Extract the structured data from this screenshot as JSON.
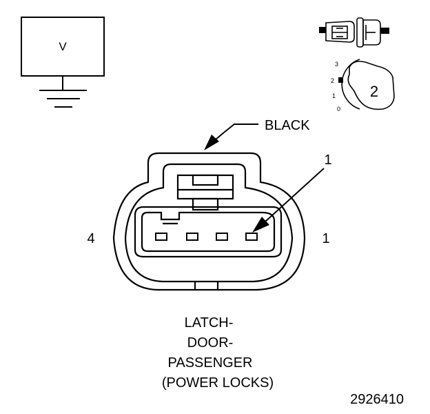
{
  "meter": {
    "label": "V"
  },
  "scale": {
    "marks": [
      "3",
      "2",
      "1",
      "0"
    ],
    "position": "2"
  },
  "callout": {
    "color_label": "BLACK",
    "pin_callout": "1"
  },
  "connector": {
    "left_pin": "4",
    "right_pin": "1",
    "cavities": 4
  },
  "caption": {
    "line1": "LATCH-",
    "line2": "DOOR-",
    "line3": "PASSENGER",
    "line4": "(POWER LOCKS)"
  },
  "figure_id": "2926410"
}
